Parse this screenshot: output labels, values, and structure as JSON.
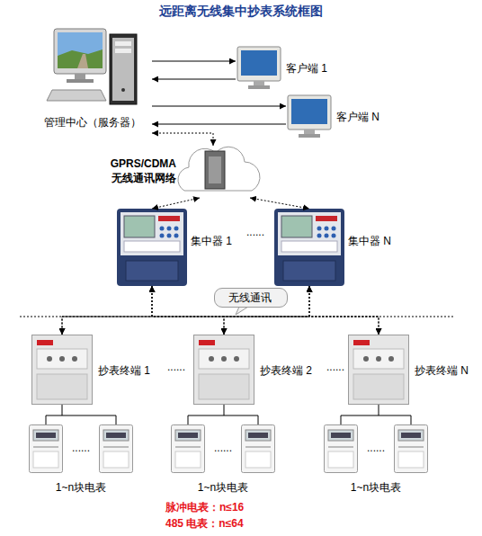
{
  "diagram": {
    "title": "远距离无线集中抄表系统框图",
    "nodes": [
      {
        "text": [
          "管理中心（服务器）"
        ]
      },
      {
        "text": [
          "客户端 1"
        ]
      },
      {
        "text": [
          "客户端 N"
        ]
      },
      {
        "text": [
          "GPRS/CDMA 无线通讯网络"
        ]
      },
      {
        "text": [
          "集中器 1"
        ]
      },
      {
        "text": [
          "集中器 N"
        ]
      },
      {
        "text": [
          "无线通讯"
        ]
      },
      {
        "text": [
          "抄表终端 1"
        ]
      },
      {
        "text": [
          "抄表终端 2"
        ]
      },
      {
        "text": [
          "抄表终端 N"
        ]
      },
      {
        "text": [
          "1~n块电表"
        ]
      },
      {
        "text": [
          "1~n块电表"
        ]
      },
      {
        "text": [
          "1~n块电表"
        ]
      }
    ],
    "edges": [
      {
        "from": 0,
        "to": 1,
        "arrow": "to"
      },
      {
        "from": 1,
        "to": 0,
        "arrow": "to"
      },
      {
        "from": 0,
        "to": 2,
        "arrow": "to"
      },
      {
        "from": 2,
        "to": 0,
        "arrow": "to"
      },
      {
        "from": 0,
        "to": 3,
        "arrow": "both"
      },
      {
        "from": 3,
        "to": 4,
        "arrow": "both"
      },
      {
        "from": 3,
        "to": 5,
        "arrow": "both"
      },
      {
        "from": 4,
        "to": 7,
        "arrow": "both"
      },
      {
        "from": 4,
        "to": 8,
        "arrow": "both"
      },
      {
        "from": 4,
        "to": 9,
        "arrow": "both"
      },
      {
        "from": 5,
        "to": 7,
        "arrow": "both"
      },
      {
        "from": 5,
        "to": 8,
        "arrow": "both"
      },
      {
        "from": 5,
        "to": 9,
        "arrow": "both"
      },
      {
        "from": 7,
        "to": 10,
        "arrow": "none"
      },
      {
        "from": 8,
        "to": 11,
        "arrow": "none"
      },
      {
        "from": 9,
        "to": 12,
        "arrow": "none"
      }
    ],
    "labels": [
      "......",
      "......",
      "......",
      "......",
      "......",
      "......",
      "脉冲电表：n≤16",
      "485 电表：n≤64"
    ]
  }
}
